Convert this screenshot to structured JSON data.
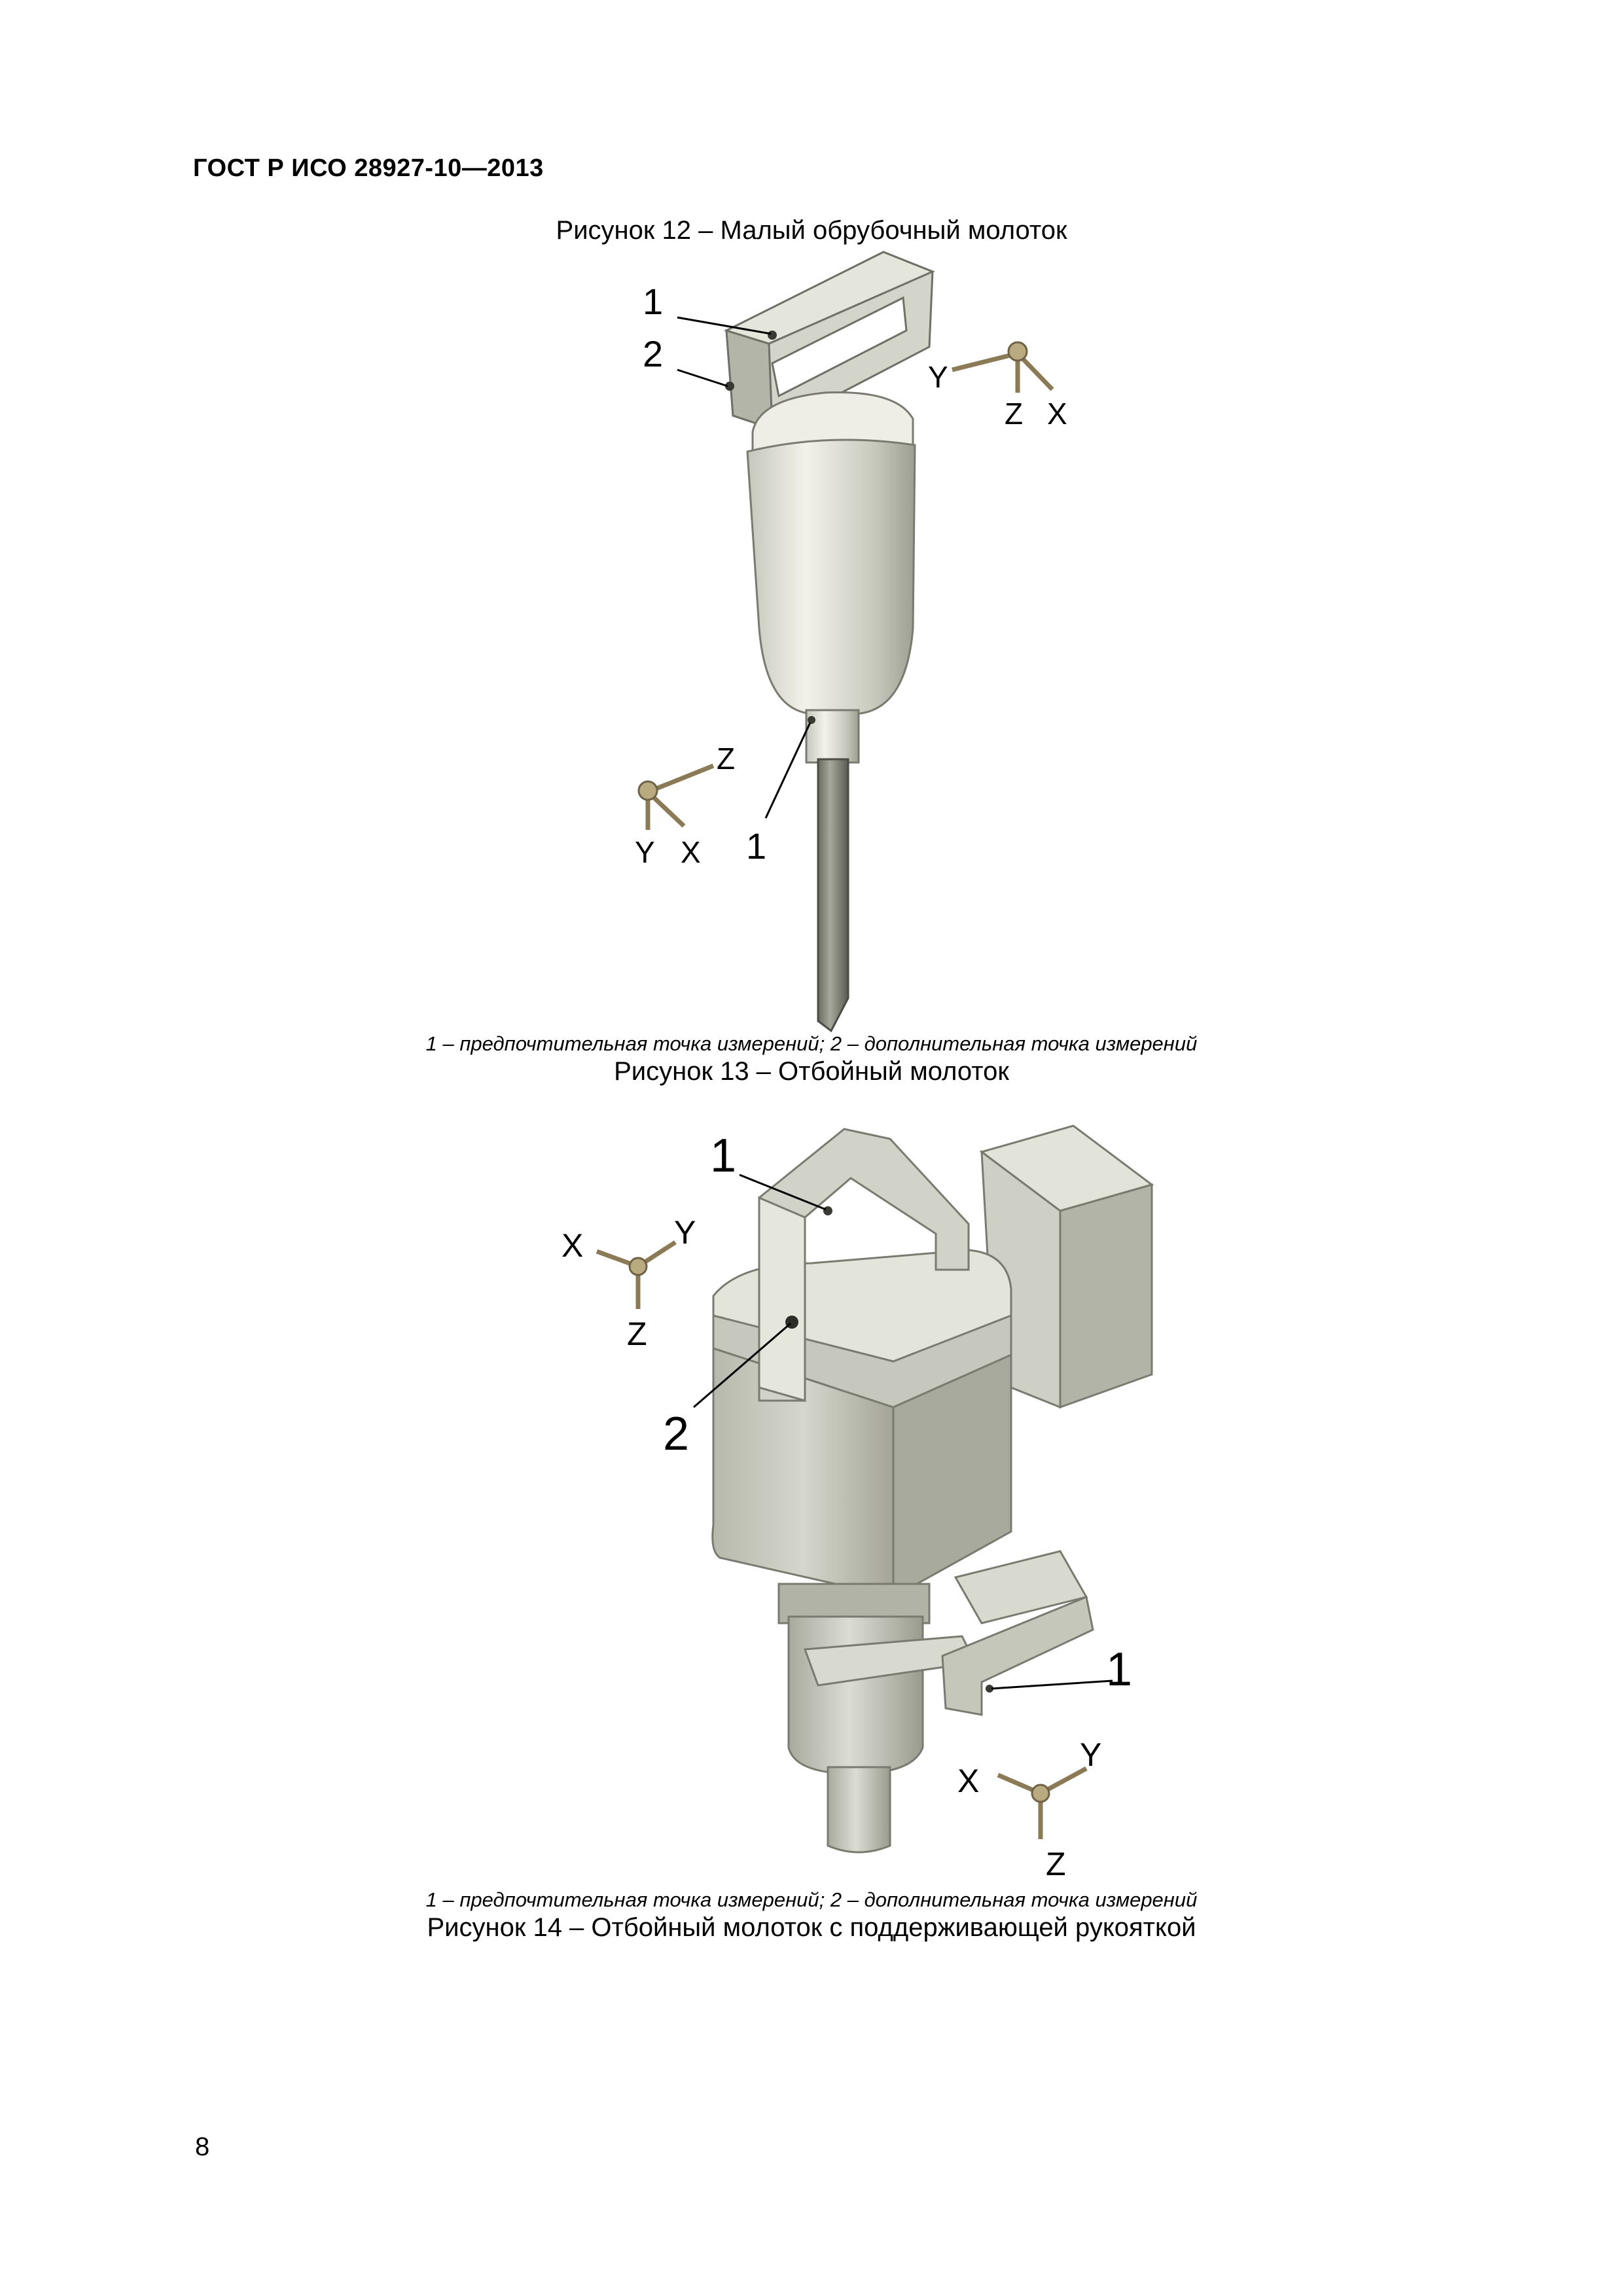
{
  "header": {
    "standard": "ГОСТ Р ИСО 28927-10—2013"
  },
  "figure12": {
    "title": "Рисунок 12 – Малый обрубочный молоток",
    "callouts": [
      "1",
      "2",
      "1"
    ],
    "axes_top": {
      "y": "Y",
      "z": "Z",
      "x": "X"
    },
    "axes_bottom": {
      "z": "Z",
      "y": "Y",
      "x": "X"
    }
  },
  "figure13": {
    "legend": "1 – предпочтительная точка измерений; 2 – дополнительная точка измерений",
    "title": "Рисунок 13 – Отбойный молоток",
    "callouts": [
      "1",
      "2",
      "1"
    ],
    "axes_top": {
      "x": "X",
      "y": "Y",
      "z": "Z"
    },
    "axes_bottom": {
      "x": "X",
      "y": "Y",
      "z": "Z"
    }
  },
  "figure14": {
    "legend": "1 – предпочтительная точка измерений; 2 – дополнительная точка измерений",
    "title": "Рисунок 14 – Отбойный молоток с поддерживающей рукояткой"
  },
  "page": {
    "number": "8"
  },
  "colors": {
    "metal_light": "#e6e7de",
    "metal_mid": "#c9cabe",
    "metal_dark": "#9c9d90",
    "edge": "#5f6055",
    "axis": "#8a7a55"
  }
}
